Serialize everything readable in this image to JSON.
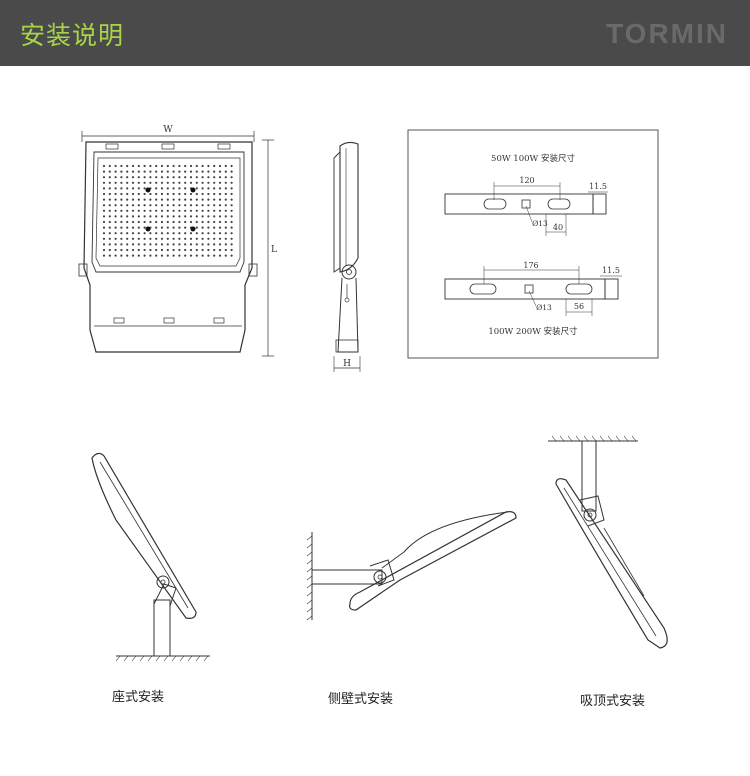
{
  "header": {
    "title": "安装说明",
    "brand": "TORMIN"
  },
  "front_view": {
    "width_label": "W",
    "length_label": "L"
  },
  "side_view": {
    "height_label": "H"
  },
  "bracket_box": {
    "top_title": "50W  100W  安装尺寸",
    "top_dims": {
      "span": "120",
      "right": "11.5",
      "hole": "Ø13",
      "bottom": "40"
    },
    "bottom_dims": {
      "span": "176",
      "right": "11.5",
      "hole": "Ø13",
      "bottom": "56"
    },
    "bottom_title": "100W  200W  安装尺寸"
  },
  "captions": {
    "base_mount": "座式安装",
    "wall_mount": "侧壁式安装",
    "ceiling_mount": "吸顶式安装"
  }
}
